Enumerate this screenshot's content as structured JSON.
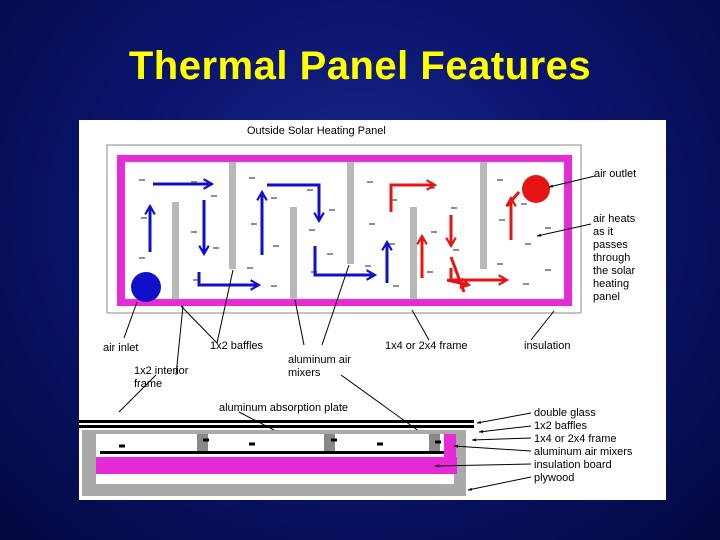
{
  "slide": {
    "title": "Thermal Panel Features"
  },
  "diagram": {
    "top_view_title": "Outside Solar Heating Panel",
    "labels": {
      "air_outlet": "air outlet",
      "air_heats": [
        "air heats",
        "as it",
        "passes",
        "through",
        "the solar",
        "heating",
        "panel"
      ],
      "air_inlet": "air inlet",
      "baffles": "1x2 baffles",
      "interior_frame": [
        "1x2 interior",
        "frame"
      ],
      "air_mixers": [
        "aluminum air",
        "mixers"
      ],
      "frame": "1x4 or 2x4 frame",
      "insulation": "insulation",
      "absorption_plate": "aluminum absorption plate"
    },
    "cross_section_labels": [
      "double glass",
      "1x2 baffles",
      "1x4 or 2x4 frame",
      "aluminum air mixers",
      "insulation board",
      "plywood"
    ],
    "colors": {
      "insulation": "#e62ad6",
      "cold_air": "#1010c8",
      "hot_air": "#e61414",
      "baffle": "#b8b8b8",
      "mixer": "#909090"
    }
  }
}
